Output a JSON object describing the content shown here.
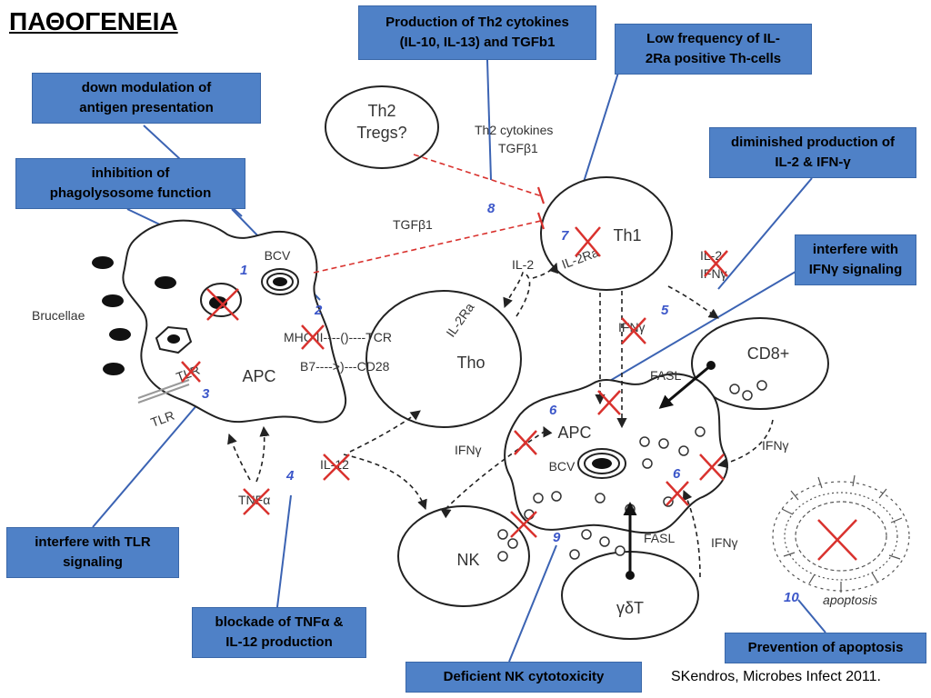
{
  "title": "ΠΑΘΟΓΕΝΕΙΑ",
  "citation": "SKendros, Microbes Infect 2011.",
  "colors": {
    "callout_box": "#4f81c7",
    "numbers": "#3b56c9",
    "inhibition": "#d9322e",
    "cross": "#d9322e"
  },
  "callouts": {
    "th2_cytokines": [
      "Production of Th2 cytokines",
      "(IL-10, IL-13) and TGFb1"
    ],
    "il2ra": [
      "Low frequency of IL-",
      "2Ra positive Th-cells"
    ],
    "antigen": [
      "down modulation of",
      "antigen presentation"
    ],
    "phagolysosome": [
      "inhibition of",
      "phagolysosome function"
    ],
    "il2_ifn": [
      "diminished production of",
      "IL-2 & IFN-γ"
    ],
    "ifn_signal": [
      "interfere with",
      "IFNγ signaling"
    ],
    "tlr": [
      "interfere with TLR",
      "signaling"
    ],
    "tnf": [
      "blockade of TNFα &",
      "IL-12 production"
    ],
    "nk_cyto": [
      "Deficient NK cytotoxicity"
    ],
    "apoptosis": [
      "Prevention of apoptosis"
    ]
  },
  "cells": {
    "th2": [
      "Th2",
      "Tregs?"
    ],
    "th1": "Th1",
    "tho": "Tho",
    "apc_left": "APC",
    "apc_right": "APC",
    "cd8": "CD8+",
    "nk": "NK",
    "gdt": "γδT",
    "bcv_left": "BCV",
    "bcv_right": "BCV"
  },
  "labels": {
    "brucellae": "Brucellae",
    "th2_cyto": [
      "Th2 cytokines",
      "TGFβ1"
    ],
    "tgfb1": "TGFβ1",
    "il2": "IL-2",
    "il2ra_tho": "IL-2Ra",
    "il2ra_th1": "IL-2Ra",
    "mhc": "MHC II----()----TCR",
    "b7": "B7---->)---CD28",
    "tlr": "TLR",
    "tlr_inner": "TLR",
    "il2_out": [
      "IL-2",
      "IFNγ"
    ],
    "ifn_th1": "IFNγ",
    "fasl_cd8": "FASL",
    "ifn_left": "IFNγ",
    "ifn_cd8": "IFNγ",
    "ifn_gdt": "IFNγ",
    "fasl_gdt": "FASL",
    "il12": "IL-12",
    "tnfa": "TNFα",
    "apoptosis": "apoptosis"
  },
  "numbers": [
    "1",
    "2",
    "3",
    "4",
    "5",
    "6",
    "6",
    "7",
    "8",
    "9",
    "10"
  ]
}
